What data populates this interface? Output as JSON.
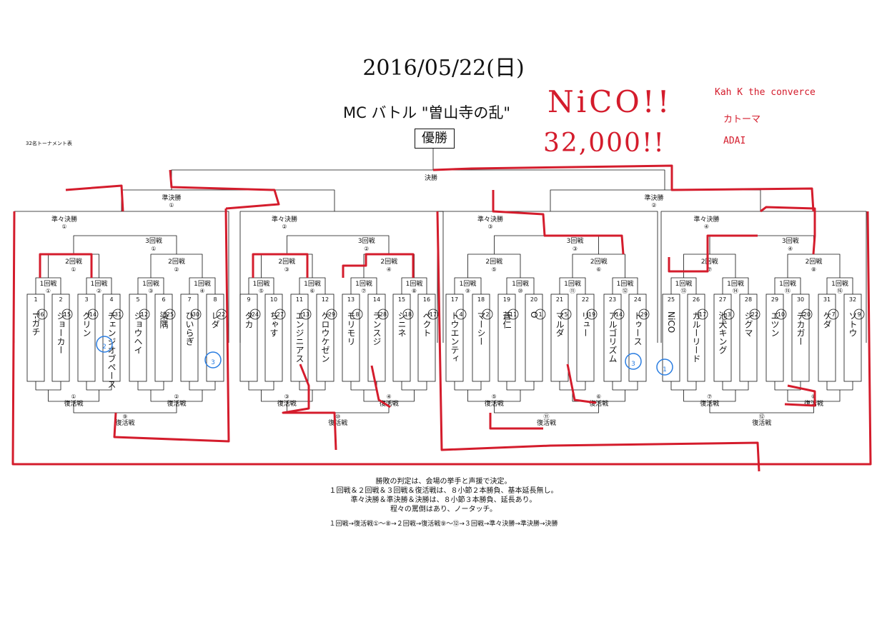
{
  "date": "2016/05/22(日)",
  "event_title": "MC バトル \"曽山寺の乱\"",
  "winner_label": "優勝",
  "bracket_subtitle": "32名トーナメント表",
  "handwritten": {
    "winner_name": "NiCO!!",
    "prize": "32,000!!",
    "judges": [
      "Kah K the converce",
      "カトーマ",
      "ADAI"
    ]
  },
  "round_labels": {
    "final": "決勝",
    "semi": "準決勝",
    "quarter": "準々決勝",
    "r3": "3回戦",
    "r2": "2回戦",
    "r1": "1回戦",
    "repechage": "復活戦"
  },
  "entrants": [
    {
      "seed": "1",
      "name": "T-ガチ",
      "score": "6"
    },
    {
      "seed": "2",
      "name": "ジョーカー",
      "score": "15"
    },
    {
      "seed": "3",
      "name": "グリン",
      "score": "14"
    },
    {
      "seed": "4",
      "name": "チェンジオブペース",
      "score": "31"
    },
    {
      "seed": "5",
      "name": "ジョウヘイ",
      "score": "12"
    },
    {
      "seed": "6",
      "name": "染隅",
      "score": "25"
    },
    {
      "seed": "7",
      "name": "ひいらぎ",
      "score": "30"
    },
    {
      "seed": "8",
      "name": "レダ",
      "score": "22"
    },
    {
      "seed": "9",
      "name": "タカ",
      "score": "24"
    },
    {
      "seed": "10",
      "name": "ちゃす",
      "score": "27"
    },
    {
      "seed": "11",
      "name": "エンジニアス",
      "score": "13"
    },
    {
      "seed": "12",
      "name": "ケロウケゼン",
      "score": "29"
    },
    {
      "seed": "13",
      "name": "モリモリ",
      "score": "8"
    },
    {
      "seed": "14",
      "name": "ランスジ",
      "score": "28"
    },
    {
      "seed": "15",
      "name": "シニネ",
      "score": "18"
    },
    {
      "seed": "16",
      "name": "ペクト",
      "score": "17"
    },
    {
      "seed": "17",
      "name": "トウエンティ",
      "score": "4"
    },
    {
      "seed": "18",
      "name": "マーシー",
      "score": "2"
    },
    {
      "seed": "19",
      "name": "蒼仁",
      "score": "11"
    },
    {
      "seed": "20",
      "name": "O",
      "score": "1"
    },
    {
      "seed": "21",
      "name": "マルダ",
      "score": "5"
    },
    {
      "seed": "22",
      "name": "リュー",
      "score": "19"
    },
    {
      "seed": "23",
      "name": "アルゴリズム",
      "score": "14"
    },
    {
      "seed": "24",
      "name": "トゥース",
      "score": "29"
    },
    {
      "seed": "25",
      "name": "NiCO",
      "score": ""
    },
    {
      "seed": "26",
      "name": "ガルーリード",
      "score": "17"
    },
    {
      "seed": "27",
      "name": "池犬キング",
      "score": "3"
    },
    {
      "seed": "28",
      "name": "ジグマ",
      "score": "22"
    },
    {
      "seed": "29",
      "name": "エツン",
      "score": "10"
    },
    {
      "seed": "30",
      "name": "デカガー",
      "score": "20"
    },
    {
      "seed": "31",
      "name": "ケダ",
      "score": "7"
    },
    {
      "seed": "32",
      "name": "ソトウ",
      "score": "9"
    }
  ],
  "annotations": [
    "2",
    "3",
    "3",
    "1"
  ],
  "rules": [
    "勝敗の判定は、会場の挙手と声援で決定。",
    "１回戦＆２回戦＆３回戦＆復活戦は、８小節２本勝負、基本延長無し。",
    "準々決勝＆準決勝＆決勝は、８小節３本勝負、延長あり。",
    "程々の罵倒はあり、ノータッチ。"
  ],
  "flow": "１回戦→復活戦①〜⑧→２回戦→復活戦⑨〜⑫→３回戦→準々決勝→準決勝→決勝",
  "colors": {
    "ink": "#111111",
    "red": "#d41c2c",
    "blue": "#2a7de1"
  }
}
